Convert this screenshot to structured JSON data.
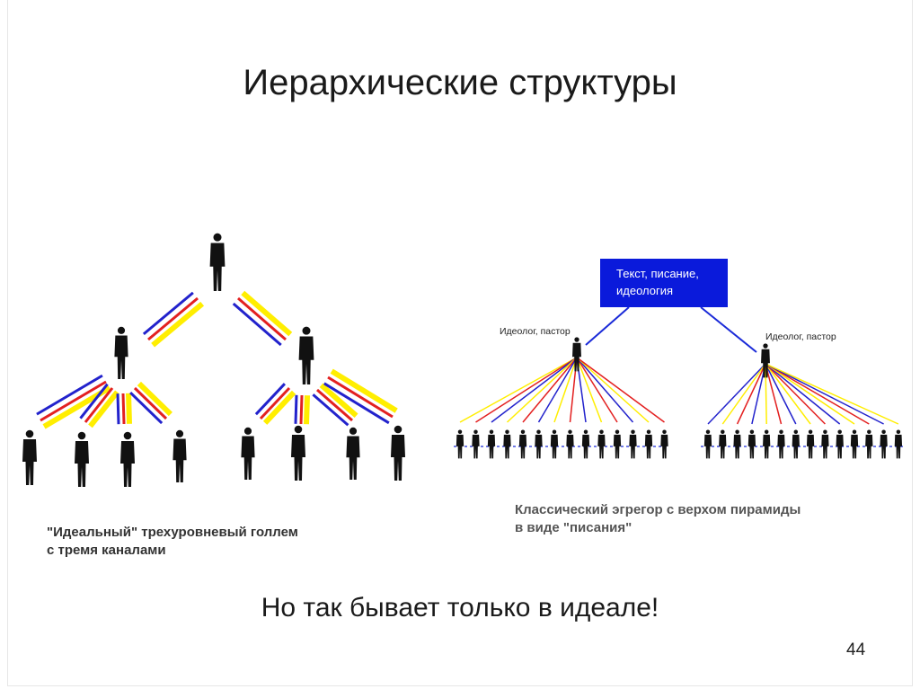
{
  "slide": {
    "title": "Иерархические структуры",
    "bottom_text": "Но так бывает только в идеале!",
    "page_number": "44"
  },
  "left_diagram": {
    "caption_line1": "\"Идеальный\" трехуровневый голлем",
    "caption_line2": "с тремя каналами",
    "channel_colors": [
      "#ffee00",
      "#e32020",
      "#2222cc"
    ]
  },
  "right_diagram": {
    "box_line1": "Текст, писание,",
    "box_line2": "идеология",
    "box_color": "#0a1adb",
    "left_label": "Идеолог, пастор",
    "right_label": "Идеолог, пастор",
    "caption_line1": "Классический эгрегор с верхом пирамиды",
    "caption_line2": "в виде \"писания\"",
    "channel_colors": [
      "#ffee00",
      "#e32020",
      "#2222cc"
    ]
  }
}
